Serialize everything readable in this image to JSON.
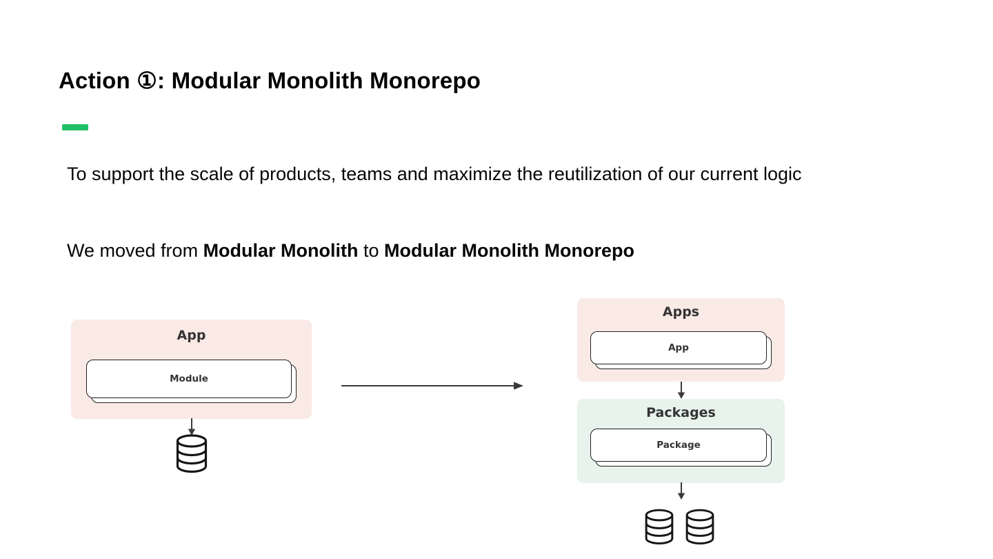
{
  "slide": {
    "title": "Action ①: Modular Monolith Monorepo",
    "intro": "To support the scale of products, teams and maximize the reutilization of our current logic",
    "move_sentence": {
      "prefix": "We moved from ",
      "from_term": "Modular Monolith",
      "connector": " to ",
      "to_term": "Modular Monolith Monorepo"
    }
  },
  "diagram": {
    "before": {
      "group_label": "App",
      "card_label": "Module",
      "database_count": 1
    },
    "after": {
      "apps_group_label": "Apps",
      "app_card_label": "App",
      "packages_group_label": "Packages",
      "package_card_label": "Package",
      "database_count": 2
    }
  },
  "icons": {
    "database": "stacked-cylinder-database",
    "arrow_down": "↓",
    "arrow_right": "→"
  },
  "colors": {
    "accent_green": "#1fc065",
    "group_pink": "#faeae6",
    "group_green": "#e7f3ec",
    "card_border": "#1e1e1e",
    "arrow": "#3a3a3a",
    "icon_stroke": "#161616"
  }
}
